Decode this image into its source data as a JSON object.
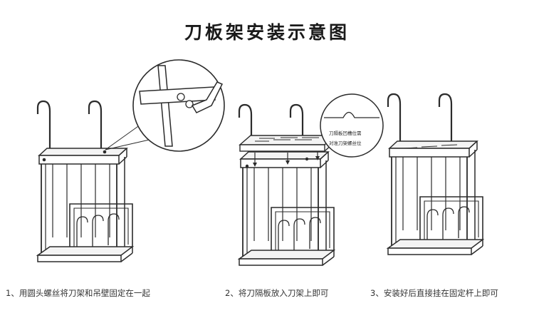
{
  "title": "刀板架安装示意图",
  "steps": [
    {
      "caption": "1、用圆头螺丝将刀架和吊壁固定在一起"
    },
    {
      "caption": "2、将刀隔板放入刀架上即可"
    },
    {
      "caption": "3、安装好后直接挂在固定杆上即可"
    }
  ],
  "callout": {
    "line1": "刀隔板凹槽位需",
    "line2": "对准刀架螺丝位"
  },
  "colors": {
    "stroke": "#2b2b2b",
    "panel_fill": "#f4f4f4"
  }
}
